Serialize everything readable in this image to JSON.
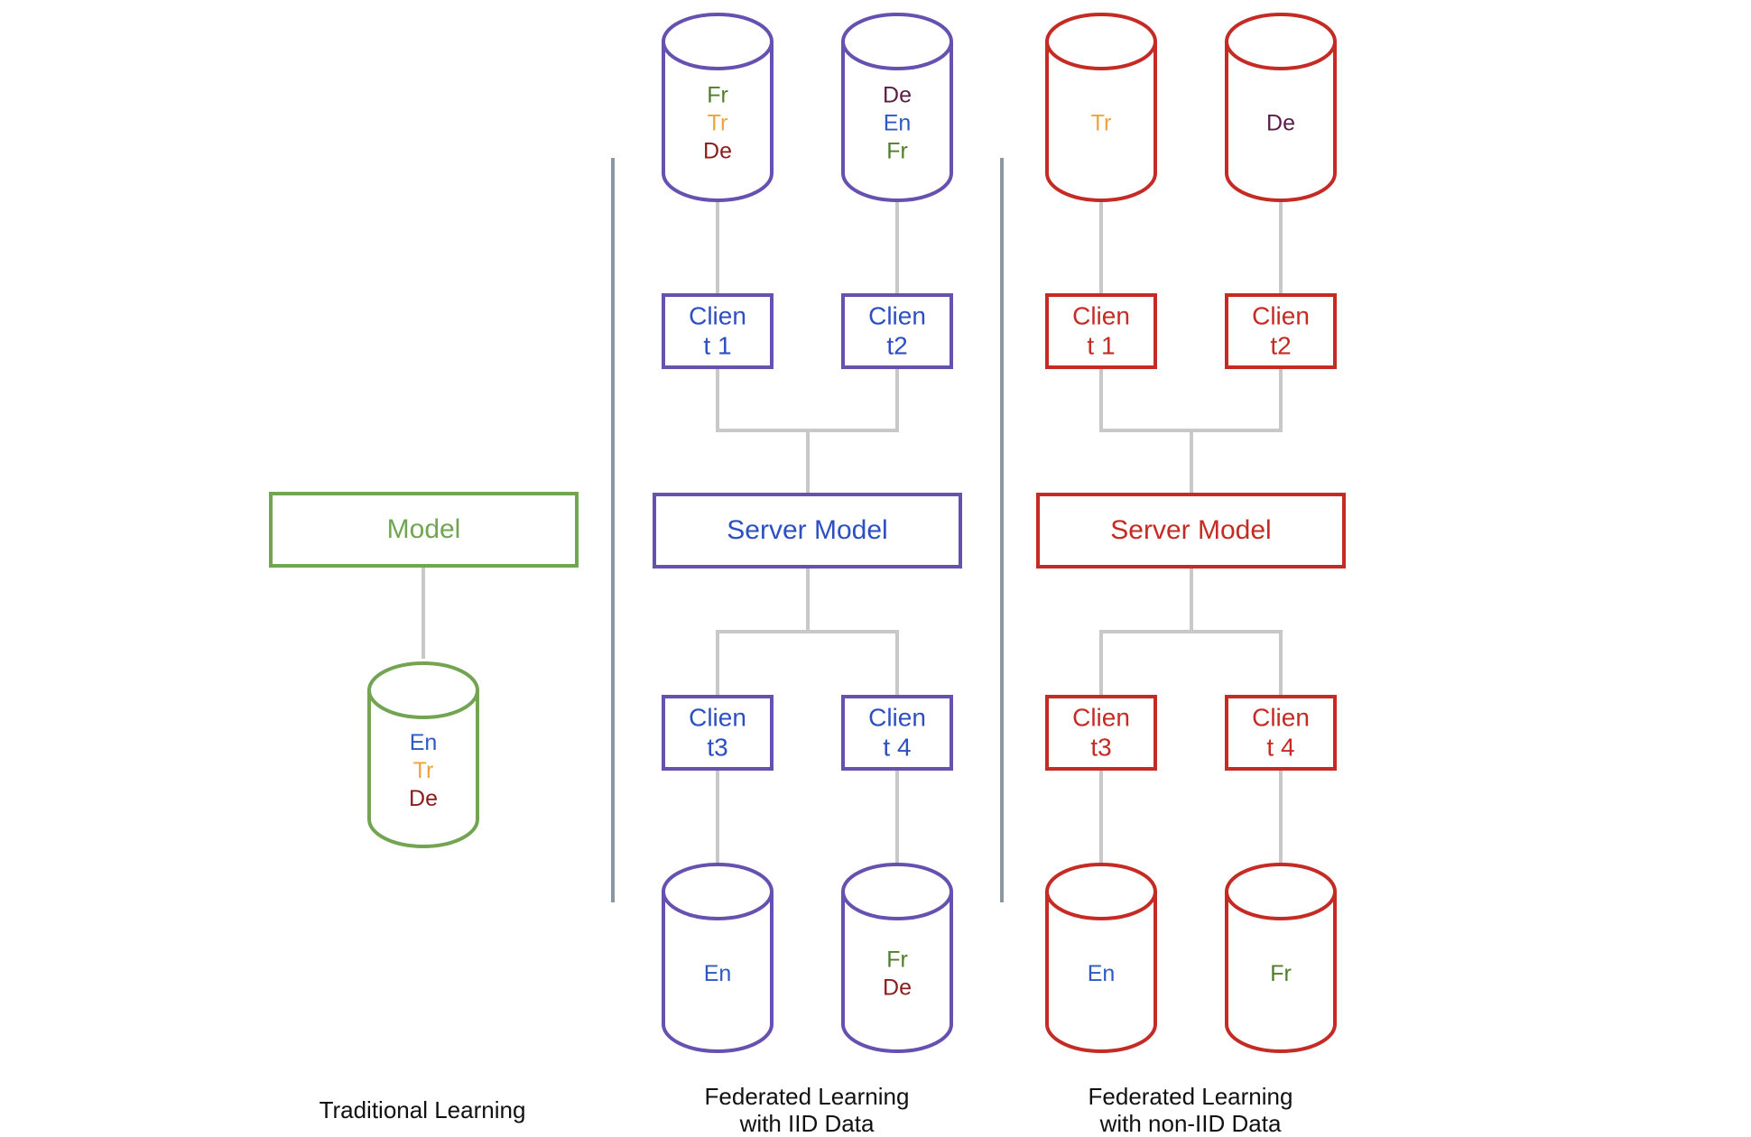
{
  "colors": {
    "traditional": "#72a452",
    "iid": "#6650b0",
    "noniid": "#c42b24",
    "connector": "#c8c8c8",
    "divider": "#8b98a3",
    "lang_en": "#2d59c4",
    "lang_tr": "#f2a23a",
    "lang_de_dark": "#8a1c1c",
    "lang_de_purple": "#5a1d47",
    "lang_fr": "#4f7d2a",
    "client_text_iid": "#2d4fc2"
  },
  "traditional": {
    "model_label": "Model",
    "db_langs": [
      {
        "text": "En",
        "color": "#2d59c4"
      },
      {
        "text": "Tr",
        "color": "#f2a23a"
      },
      {
        "text": "De",
        "color": "#8a1c1c"
      }
    ],
    "caption": [
      "Traditional Learning"
    ]
  },
  "iid": {
    "server_label": "Server Model",
    "clients": [
      {
        "line1": "Clien",
        "line2": "t 1"
      },
      {
        "line1": "Clien",
        "line2": "t2"
      },
      {
        "line1": "Clien",
        "line2": "t3"
      },
      {
        "line1": "Clien",
        "line2": "t 4"
      }
    ],
    "dbs": [
      [
        {
          "text": "Fr",
          "color": "#4f7d2a"
        },
        {
          "text": "Tr",
          "color": "#f2a23a"
        },
        {
          "text": "De",
          "color": "#8a1c1c"
        }
      ],
      [
        {
          "text": "De",
          "color": "#5a1d47"
        },
        {
          "text": "En",
          "color": "#2d59c4"
        },
        {
          "text": "Fr",
          "color": "#4f7d2a"
        }
      ],
      [
        {
          "text": "En",
          "color": "#2d59c4"
        }
      ],
      [
        {
          "text": "Fr",
          "color": "#4f7d2a"
        },
        {
          "text": "De",
          "color": "#8a1c1c"
        }
      ]
    ],
    "caption": [
      "Federated Learning",
      "with IID Data"
    ]
  },
  "noniid": {
    "server_label": "Server Model",
    "clients": [
      {
        "line1": "Clien",
        "line2": "t 1"
      },
      {
        "line1": "Clien",
        "line2": "t2"
      },
      {
        "line1": "Clien",
        "line2": "t3"
      },
      {
        "line1": "Clien",
        "line2": "t 4"
      }
    ],
    "dbs": [
      [
        {
          "text": "Tr",
          "color": "#f2a23a"
        }
      ],
      [
        {
          "text": "De",
          "color": "#5a1d47"
        }
      ],
      [
        {
          "text": "En",
          "color": "#2d59c4"
        }
      ],
      [
        {
          "text": "Fr",
          "color": "#4f7d2a"
        }
      ]
    ],
    "caption": [
      "Federated Learning",
      "with non-IID Data"
    ]
  }
}
